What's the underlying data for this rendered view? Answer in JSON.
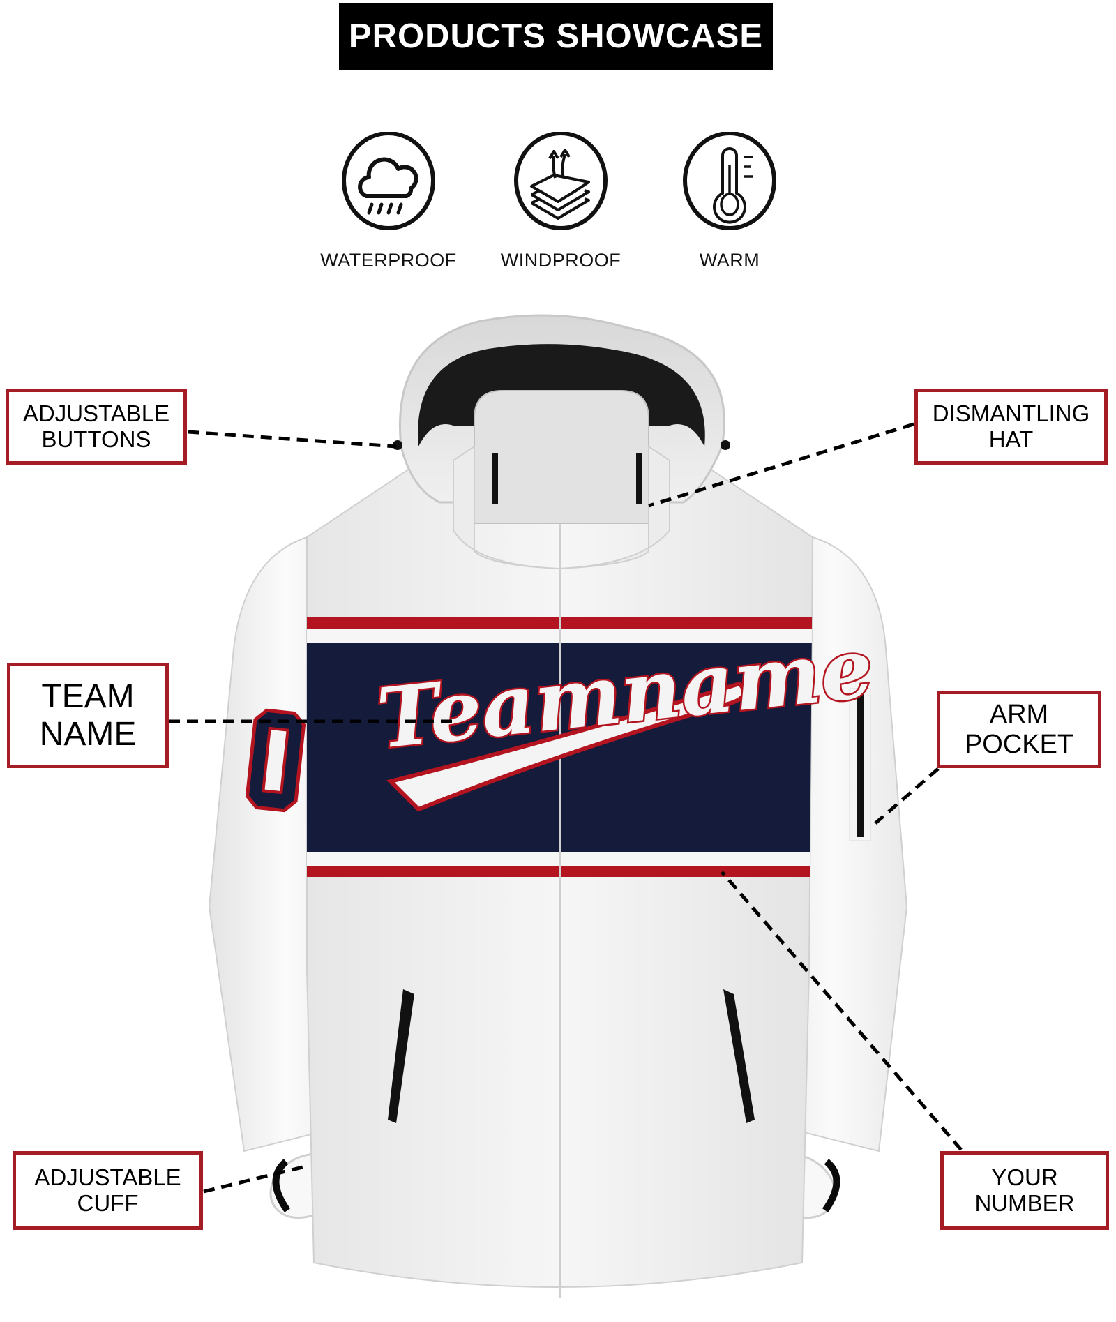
{
  "header": {
    "title": "PRODUCTS SHOWCASE"
  },
  "features": [
    {
      "label": "WATERPROOF",
      "icon": "cloud-rain-icon"
    },
    {
      "label": "WINDPROOF",
      "icon": "layered-fabric-airflow-icon"
    },
    {
      "label": "WARM",
      "icon": "thermometer-icon"
    }
  ],
  "callouts": {
    "adjustable_buttons": {
      "line1": "ADJUSTABLE",
      "line2": "BUTTONS"
    },
    "dismantling_hat": {
      "line1": "DISMANTLING",
      "line2": "HAT"
    },
    "team_name": {
      "line1": "TEAM",
      "line2": "NAME"
    },
    "arm_pocket": {
      "line1": "ARM",
      "line2": "POCKET"
    },
    "adjustable_cuff": {
      "line1": "ADJUSTABLE",
      "line2": "CUFF"
    },
    "your_number": {
      "line1": "YOUR",
      "line2": "NUMBER"
    }
  },
  "jacket": {
    "chest_text": "Teamname",
    "sleeve_number": "0",
    "colors": {
      "body": "#f2f2f2",
      "navy": "#151b3b",
      "red": "#b3141f",
      "trim": "#0a0a0a",
      "hood_lining": "#1a1a1a"
    }
  },
  "styles": {
    "callout_border": "#a51c24"
  }
}
